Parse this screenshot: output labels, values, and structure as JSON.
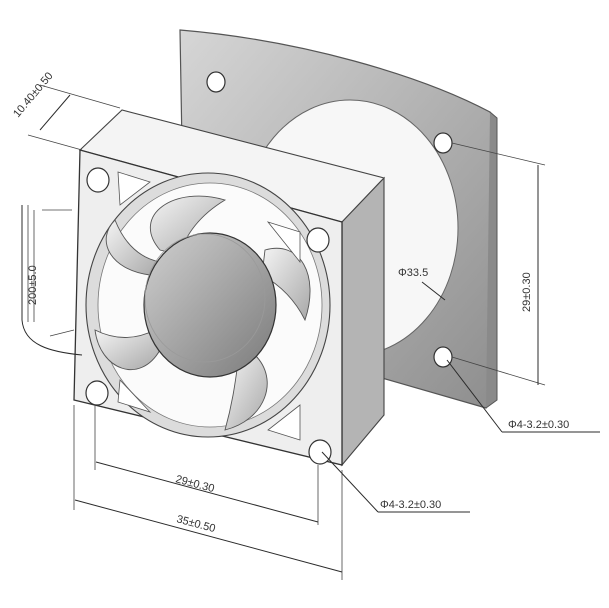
{
  "drawing": {
    "dimensions": {
      "depth": "10.40±0.50",
      "cable_length": "200±5.0",
      "hole_pitch_bottom": "29±0.30",
      "overall_width": "35±0.50",
      "hole_pitch_side": "29±0.30",
      "front_holes": "Φ4-3.2±0.30",
      "back_holes": "Φ4-3.2±0.30",
      "opening_diameter": "Φ33.5"
    },
    "colors": {
      "body": "#f2f2f2",
      "shadow": "#9c9c9c",
      "gasket": "#bdbdbd",
      "line": "#2b2b2b"
    }
  }
}
